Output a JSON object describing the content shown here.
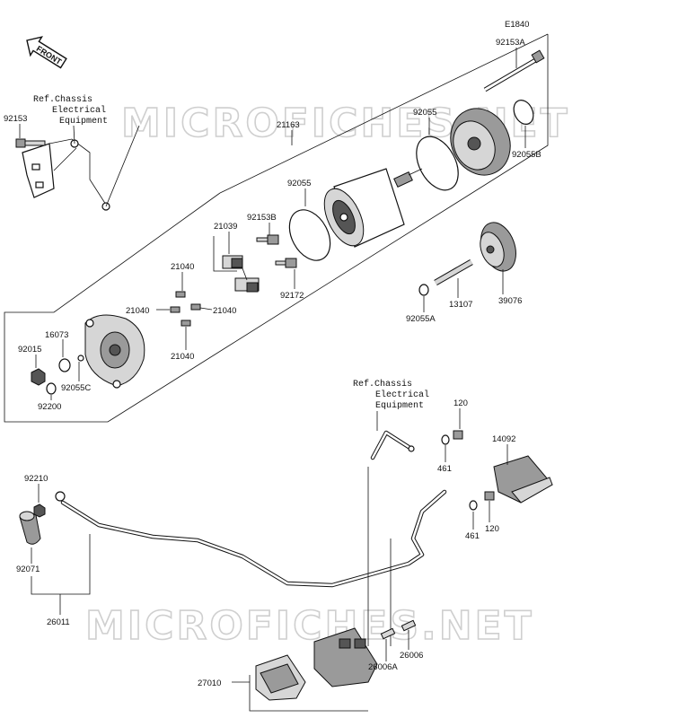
{
  "diagram": {
    "figure_id": "E1840",
    "front_label": "FRONT",
    "watermark": "MICROFICHES.NET",
    "ref_notes": {
      "upper": [
        "Ref.Chassis",
        "Electrical",
        "Equipment"
      ],
      "lower": [
        "Ref.Chassis",
        "Electrical",
        "Equipment"
      ]
    },
    "parts": {
      "p92153A": "92153A",
      "p92055B": "92055B",
      "p21163": "21163",
      "p92055_top": "92055",
      "p92055_mid": "92055",
      "p92153": "92153",
      "p21039": "21039",
      "p92153B": "92153B",
      "p21040_a": "21040",
      "p21040_b": "21040",
      "p21040_c": "21040",
      "p21040_d": "21040",
      "p92172": "92172",
      "p13107": "13107",
      "p39076": "39076",
      "p92055A": "92055A",
      "p16073": "16073",
      "p92015": "92015",
      "p92055C": "92055C",
      "p92200": "92200",
      "p120_a": "120",
      "p120_b": "120",
      "p14092": "14092",
      "p461_a": "461",
      "p461_b": "461",
      "p92210": "92210",
      "p92071": "92071",
      "p26011": "26011",
      "p27010": "27010",
      "p26006": "26006",
      "p26006A": "26006A"
    }
  }
}
